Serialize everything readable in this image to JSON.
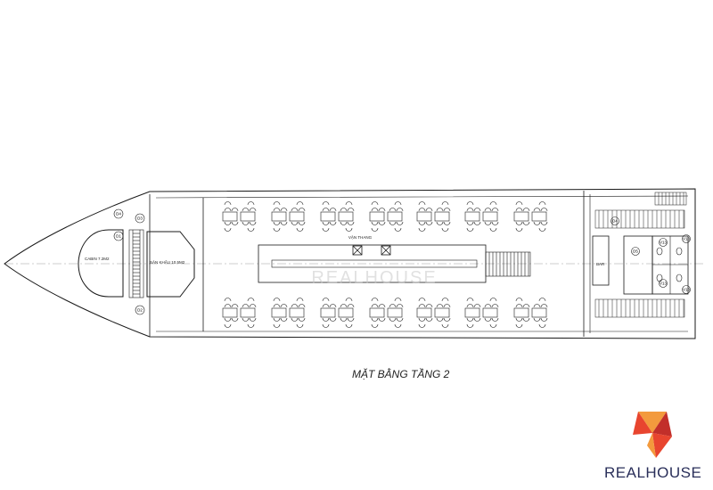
{
  "drawing": {
    "title": "MẶT BẰNG TẦNG 2",
    "labels": {
      "cabin": "CABIN 7.2M2",
      "stage": "SÂN KHẤU 10.5M2",
      "elevator": "VẬN THANG",
      "bar": "BAR"
    },
    "door_tags": [
      "D4",
      "D3",
      "D1",
      "D2",
      "D4",
      "D5",
      "V13",
      "V13",
      "V13",
      "V13"
    ],
    "watermark": "REALHOUSE"
  },
  "brand": {
    "name": "REALHOUSE",
    "colors": {
      "logo_red": "#e8452f",
      "logo_orange": "#f39a3d",
      "logo_dark": "#c22f2a",
      "text": "#2a2f5a"
    }
  },
  "colors": {
    "line": "#1a1a1a",
    "centerline": "#999999",
    "watermark": "#c9c9c9"
  }
}
